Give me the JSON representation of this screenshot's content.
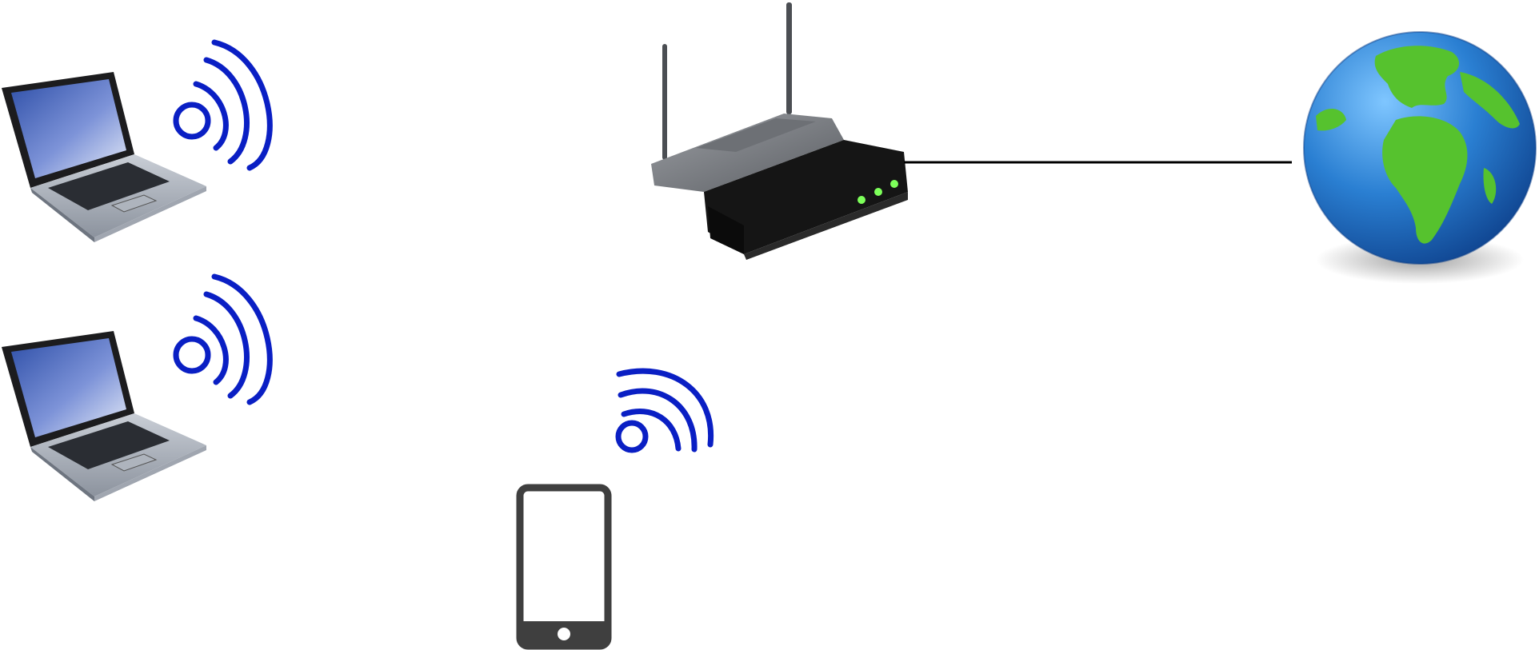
{
  "diagram": {
    "kind": "network",
    "nodes": [
      {
        "id": "laptop-1",
        "icon": "laptop-icon",
        "connection": "wireless"
      },
      {
        "id": "laptop-2",
        "icon": "laptop-icon",
        "connection": "wireless"
      },
      {
        "id": "smartphone",
        "icon": "smartphone-icon",
        "connection": "wireless"
      },
      {
        "id": "router",
        "icon": "wireless-router-icon"
      },
      {
        "id": "internet",
        "icon": "globe-icon"
      }
    ],
    "edges": [
      {
        "from": "router",
        "to": "internet",
        "type": "wired"
      }
    ],
    "colors": {
      "wifi_signal": "#0a1fc4",
      "link_line": "#000000",
      "globe_ocean": "#1f6fc4",
      "globe_land": "#56c22e",
      "router_body": "#1b1b1b",
      "router_led": "#7dff5a",
      "phone_outline": "#3f3f3f"
    }
  }
}
